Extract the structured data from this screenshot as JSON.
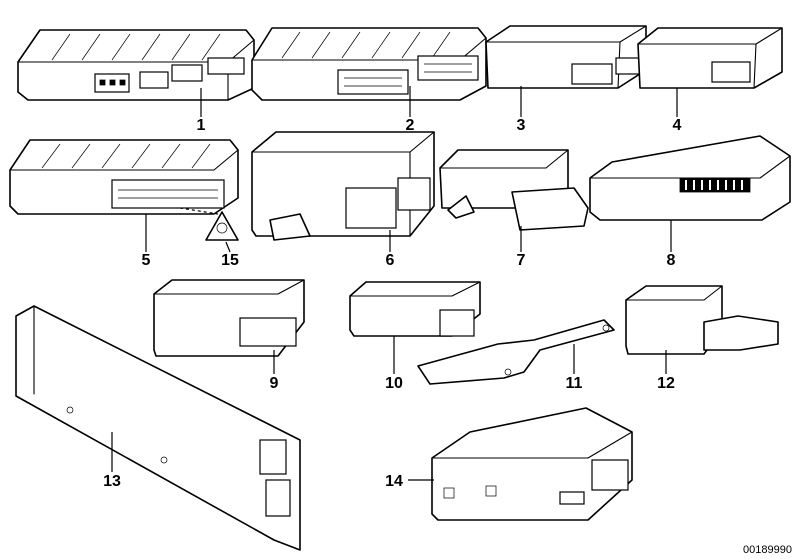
{
  "diagram": {
    "callouts": [
      "1",
      "2",
      "3",
      "4",
      "5",
      "6",
      "7",
      "8",
      "9",
      "10",
      "11",
      "12",
      "13",
      "14",
      "15"
    ],
    "doc_id": "00189990"
  },
  "colors": {
    "line": "#000000",
    "background": "#ffffff"
  }
}
